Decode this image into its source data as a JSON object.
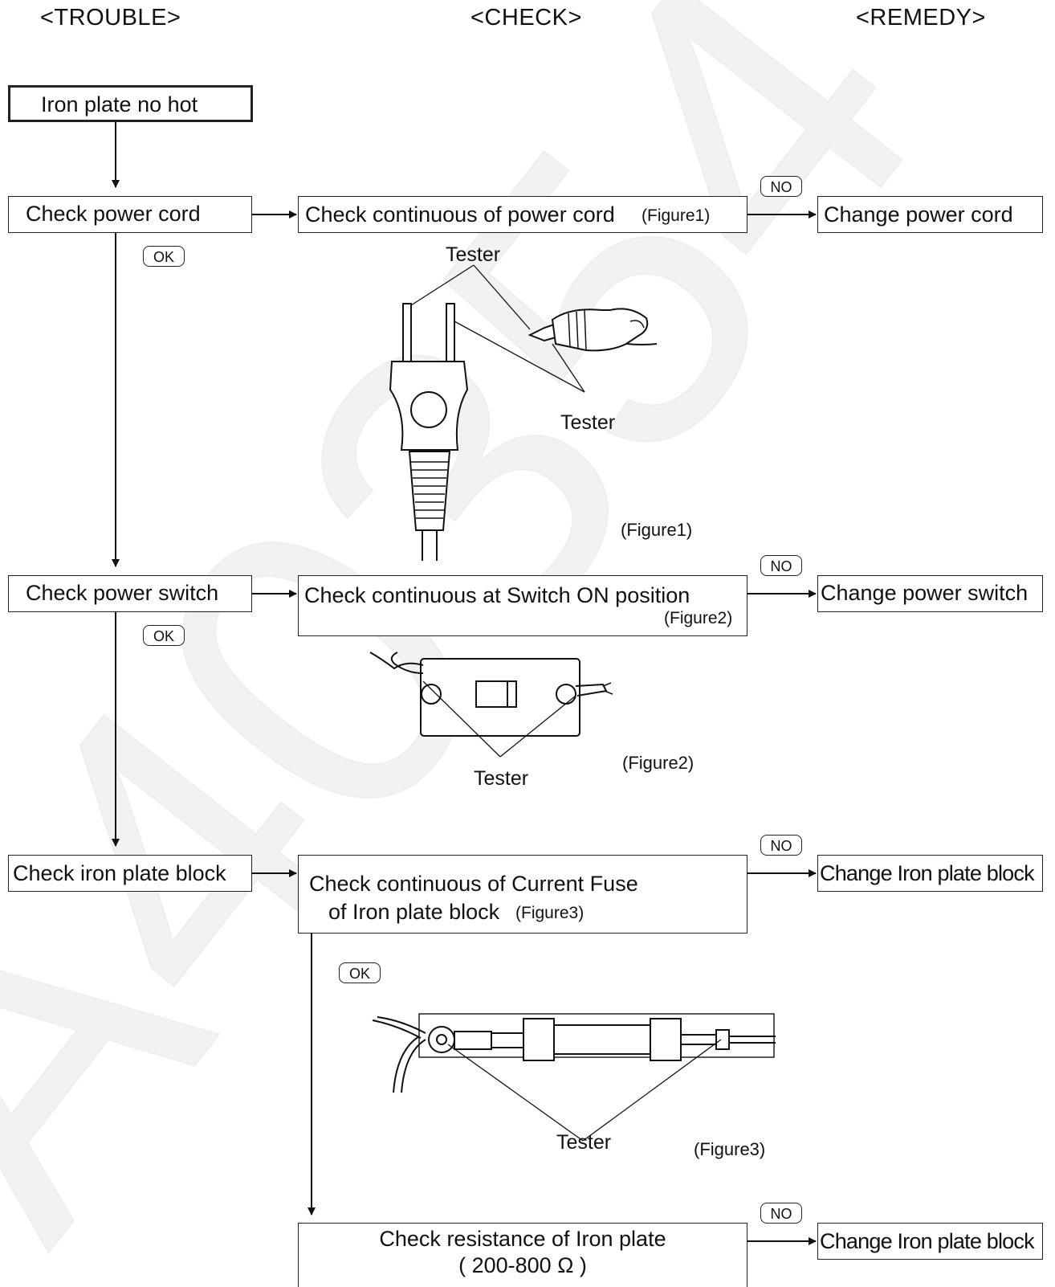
{
  "headers": {
    "trouble": "<TROUBLE>",
    "check": "<CHECK>",
    "remedy": "<REMEDY>"
  },
  "start": "Iron plate no hot",
  "steps": [
    {
      "trouble": "Check power cord",
      "check": "Check continuous of power cord",
      "check_ref": "(Figure1)",
      "remedy": "Change power cord",
      "ok": "OK",
      "no": "NO",
      "figure_caption": "(Figure1)",
      "tester_labels": [
        "Tester",
        "Tester"
      ]
    },
    {
      "trouble": "Check power switch",
      "check": "Check continuous at Switch ON position",
      "check_ref": "(Figure2)",
      "remedy": "Change power switch",
      "ok": "OK",
      "no": "NO",
      "figure_caption": "(Figure2)",
      "tester_labels": [
        "Tester"
      ]
    },
    {
      "trouble": "Check iron plate block",
      "check_line1": "Check continuous of Current Fuse",
      "check_line2": "of Iron plate block",
      "check_ref": "(Figure3)",
      "remedy": "Change Iron plate block",
      "ok": "OK",
      "no": "NO",
      "figure_caption": "(Figure3)",
      "tester_labels": [
        "Tester"
      ]
    },
    {
      "check_line1": "Check resistance of Iron plate",
      "check_line2": "( 200-800 Ω )",
      "remedy": "Change Iron plate block",
      "no": "NO"
    }
  ],
  "watermark": "A40354",
  "colors": {
    "ink": "#111111",
    "watermark": "#f1f1f1"
  }
}
